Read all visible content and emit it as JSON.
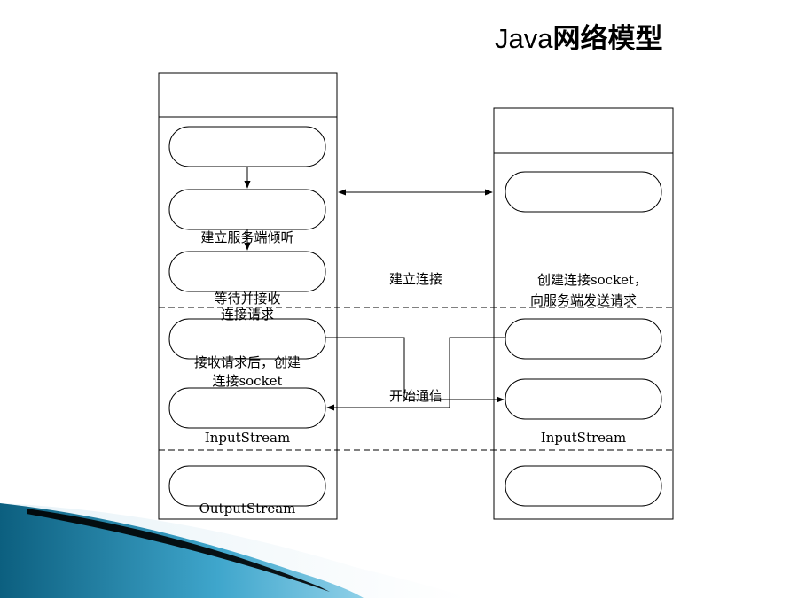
{
  "title": {
    "latin": "Java",
    "cjk": "网络模型"
  },
  "server": {
    "labels": {
      "listen": "建立服务端倾听",
      "wait_line1": "等待并接收",
      "wait_line2": "连接请求",
      "accept_line1": "接收请求后，创建",
      "accept_line2": "连接socket",
      "input": "InputStream",
      "output": "OutputStream"
    }
  },
  "client": {
    "labels": {
      "create_line1": "创建连接socket，",
      "create_line2": "向服务端发送请求",
      "input": "InputStream"
    }
  },
  "connections": {
    "establish": "建立连接",
    "communicate": "开始通信"
  },
  "colors": {
    "line": "#000000",
    "accent_dark": "#0c5f7f",
    "accent_mid": "#3fa6cc",
    "accent_light": "#8fd0e8"
  }
}
